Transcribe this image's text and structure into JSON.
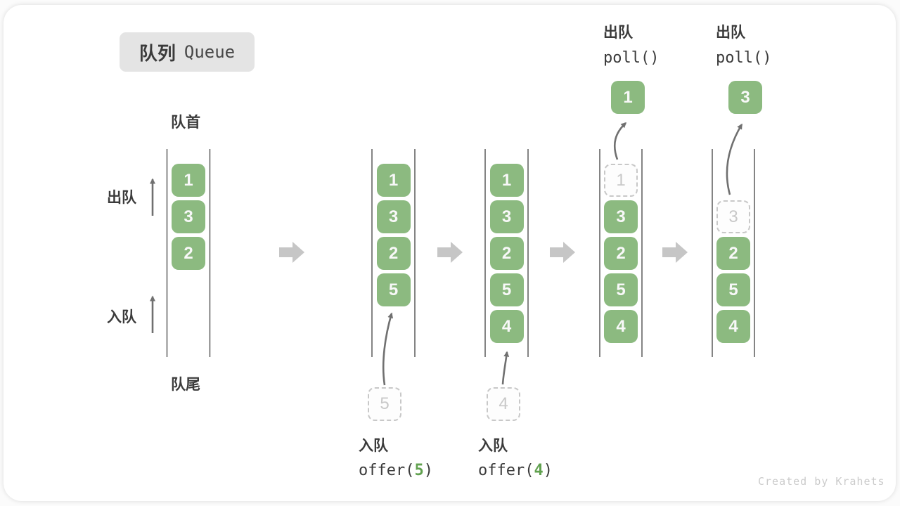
{
  "badge": {
    "zh": "队列",
    "en": "Queue"
  },
  "labels": {
    "front": "队首",
    "rear": "队尾",
    "dequeue": "出队",
    "enqueue": "入队"
  },
  "watermark": "Created by Krahets",
  "colors": {
    "green": "#8cba80",
    "box_text": "#f8f8f8",
    "dark": "#3b3b3b",
    "line": "#4f4f4f",
    "thin_arrow": "#707070",
    "block_arrow": "#c6c6c6",
    "dashed": "#c8c8c8",
    "badge_bg": "#e4e4e4",
    "code_green": "#61a14f",
    "watermark_color": "#cbcbcb"
  },
  "queues": [
    {
      "name": "state-initial",
      "items": [
        {
          "slot": 0,
          "value": "1",
          "style": "solid"
        },
        {
          "slot": 1,
          "value": "3",
          "style": "solid"
        },
        {
          "slot": 2,
          "value": "2",
          "style": "solid"
        }
      ]
    },
    {
      "name": "state-after-offer5",
      "items": [
        {
          "slot": 0,
          "value": "1",
          "style": "solid"
        },
        {
          "slot": 1,
          "value": "3",
          "style": "solid"
        },
        {
          "slot": 2,
          "value": "2",
          "style": "solid"
        },
        {
          "slot": 3,
          "value": "5",
          "style": "solid"
        }
      ]
    },
    {
      "name": "state-after-offer4",
      "items": [
        {
          "slot": 0,
          "value": "1",
          "style": "solid"
        },
        {
          "slot": 1,
          "value": "3",
          "style": "solid"
        },
        {
          "slot": 2,
          "value": "2",
          "style": "solid"
        },
        {
          "slot": 3,
          "value": "5",
          "style": "solid"
        },
        {
          "slot": 4,
          "value": "4",
          "style": "solid"
        }
      ]
    },
    {
      "name": "state-after-poll1",
      "items": [
        {
          "slot": 0,
          "value": "1",
          "style": "dashed"
        },
        {
          "slot": 1,
          "value": "3",
          "style": "solid"
        },
        {
          "slot": 2,
          "value": "2",
          "style": "solid"
        },
        {
          "slot": 3,
          "value": "5",
          "style": "solid"
        },
        {
          "slot": 4,
          "value": "4",
          "style": "solid"
        }
      ]
    },
    {
      "name": "state-after-poll3",
      "items": [
        {
          "slot": 1,
          "value": "3",
          "style": "dashed"
        },
        {
          "slot": 2,
          "value": "2",
          "style": "solid"
        },
        {
          "slot": 3,
          "value": "5",
          "style": "solid"
        },
        {
          "slot": 4,
          "value": "4",
          "style": "solid"
        }
      ]
    }
  ],
  "enqueue_ops": [
    {
      "zh": "入队",
      "code_pre": "offer(",
      "arg": "5",
      "code_post": ")",
      "staged_value": "5"
    },
    {
      "zh": "入队",
      "code_pre": "offer(",
      "arg": "4",
      "code_post": ")",
      "staged_value": "4"
    }
  ],
  "dequeue_ops": [
    {
      "zh": "出队",
      "code": "poll()",
      "value": "1"
    },
    {
      "zh": "出队",
      "code": "poll()",
      "value": "3"
    }
  ]
}
